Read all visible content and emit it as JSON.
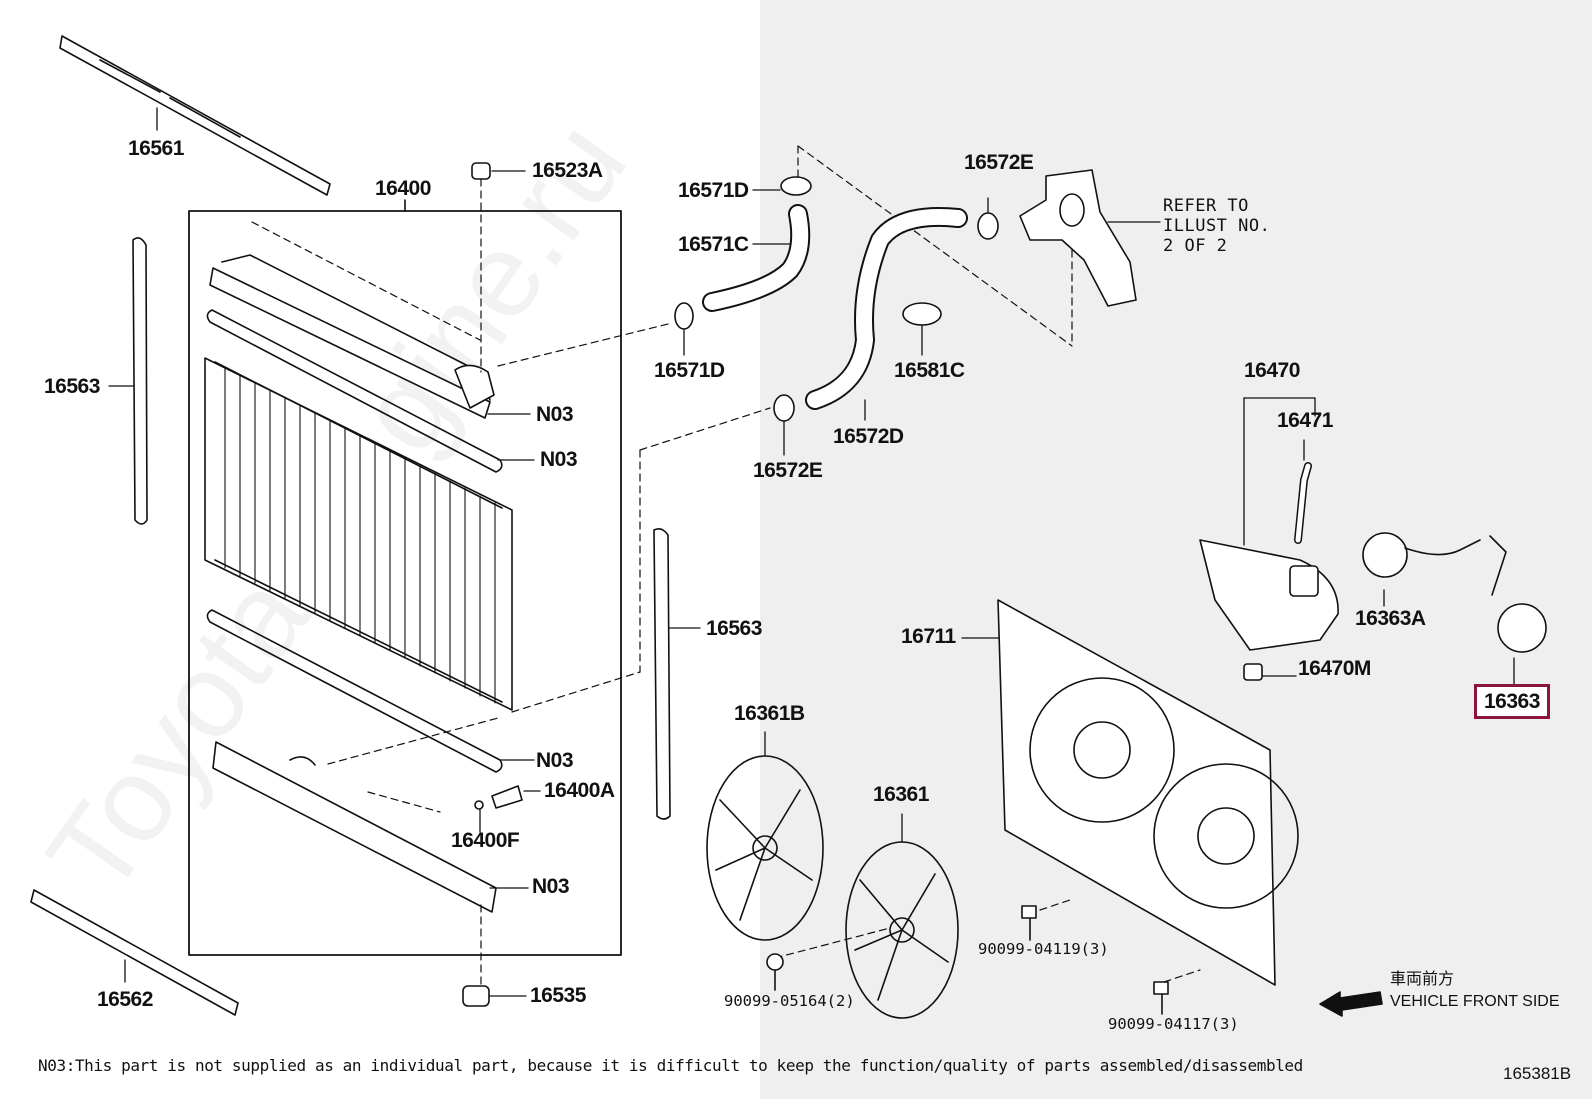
{
  "colors": {
    "highlight": "#8b1538",
    "shade": "#efefef",
    "line": "#111111"
  },
  "watermark": "Toyota-Engine.ru",
  "labels": {
    "p16561": "16561",
    "p16523A": "16523A",
    "p16400": "16400",
    "p16563_left": "16563",
    "p16563_right": "16563",
    "n03_1": "N03",
    "n03_2": "N03",
    "n03_3": "N03",
    "n03_4": "N03",
    "p16400A": "16400A",
    "p16400F": "16400F",
    "p16535": "16535",
    "p16562": "16562",
    "p16571D_top": "16571D",
    "p16571C": "16571C",
    "p16571D_bottom": "16571D",
    "p16572E_top": "16572E",
    "p16572E_bottom": "16572E",
    "p16581C": "16581C",
    "p16572D": "16572D",
    "p16470": "16470",
    "p16471": "16471",
    "p16363A": "16363A",
    "p16363": "16363",
    "p16470M": "16470M",
    "p16711": "16711",
    "p16361B": "16361B",
    "p16361": "16361",
    "bolt_90099_04119": "90099-04119(3)",
    "bolt_90099_05164": "90099-05164(2)",
    "bolt_90099_04117": "90099-04117(3)"
  },
  "refer_note": "REFER TO\nILLUST NO.\n2 OF 2",
  "direction": {
    "kanji": "車両前方",
    "text": "VEHICLE FRONT SIDE"
  },
  "footnote": "N03:This part is not supplied as an individual part, because it is difficult to keep the function/quality of parts assembled/disassembled",
  "figure_number": "165381B"
}
